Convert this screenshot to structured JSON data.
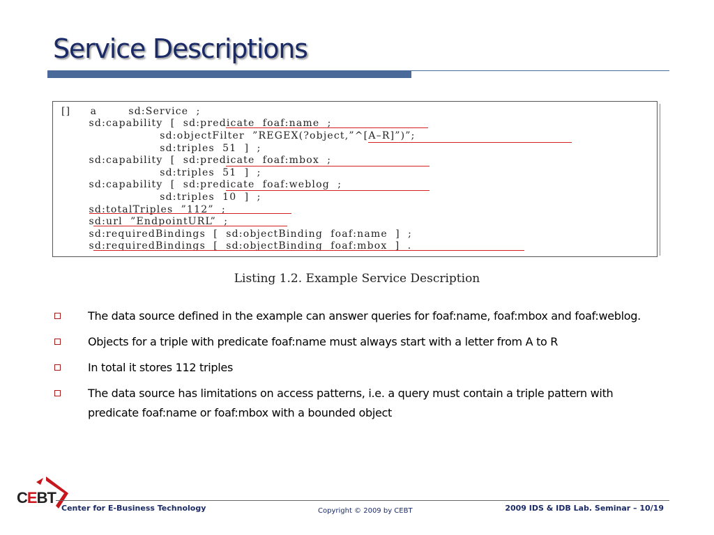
{
  "slide": {
    "title": "Service Descriptions"
  },
  "listing": {
    "lines": [
      "[]     a        sd:Service  ;",
      "       sd:capability  [  sd:predicate  foaf:name  ;",
      "                         sd:objectFilter  ”REGEX(?object,”^[A–R]”)”;",
      "                         sd:triples  51  ]  ;",
      "       sd:capability  [  sd:predicate  foaf:mbox  ;",
      "                         sd:triples  51  ]  ;",
      "       sd:capability  [  sd:predicate  foaf:weblog  ;",
      "                         sd:triples  10  ]  ;",
      "       sd:totalTriples  ”112”  ;",
      "       sd:url  ”EndpointURL”  ;",
      "       sd:requiredBindings  [  sd:objectBinding  foaf:name  ]  ;",
      "       sd:requiredBindings  [  sd:objectBinding  foaf:mbox  ]  ."
    ],
    "caption_label": "Listing 1.2.",
    "caption_text": "Example Service Description"
  },
  "bullets": [
    "The data source defined in the example can answer queries for foaf:name, foaf:mbox and foaf:weblog.",
    "Objects for a triple with predicate foaf:name must always start with a letter from A to R",
    "In total it stores 112 triples",
    "The data source has limitations on access patterns, i.e. a query must contain a triple pattern with predicate foaf:name or foaf:mbox with a bounded object"
  ],
  "footer": {
    "logo_text_c": "C",
    "logo_text_e": "E",
    "logo_text_bt": "BT",
    "org": "Center for E-Business Technology",
    "copyright": "Copyright © 2009 by CEBT",
    "page": "2009 IDS & IDB Lab. Seminar – 10/19"
  },
  "colors": {
    "title": "#1a2a66",
    "rule": "#4a6b9a",
    "underline": "#d21f1f",
    "bullet": "#b01818",
    "logo_red": "#c8161d"
  }
}
